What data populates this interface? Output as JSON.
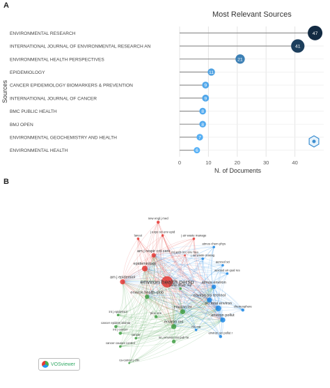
{
  "panels": {
    "a_label": "A",
    "b_label": "B"
  },
  "chart_data": [
    {
      "type": "lollipop",
      "title": "Most Relevant Sources",
      "xlabel": "N. of Documents",
      "ylabel": "Sources",
      "xlim": [
        0,
        50
      ],
      "xticks": [
        0,
        10,
        20,
        30,
        40
      ],
      "grid": true,
      "categories": [
        "ENVIRONMENTAL RESEARCH",
        "INTERNATIONAL JOURNAL OF ENVIRONMENTAL RESEARCH AN",
        "ENVIRONMENTAL HEALTH PERSPECTIVES",
        "EPIDEMIOLOGY",
        "CANCER EPIDEMIOLOGY BIOMARKERS & PREVENTION",
        "INTERNATIONAL JOURNAL OF CANCER",
        "BMC PUBLIC HEALTH",
        "BMJ OPEN",
        "ENVIRONMENTAL GEOCHEMISTRY AND HEALTH",
        "ENVIRONMENTAL HEALTH"
      ],
      "values": [
        47,
        41,
        21,
        11,
        9,
        9,
        8,
        8,
        7,
        6
      ],
      "colors": {
        "max": "#132b43",
        "min": "#56b1f7"
      }
    },
    {
      "type": "network",
      "clusters": {
        "red": "#e53935",
        "green": "#43a047",
        "blue": "#1e88e5"
      },
      "nodes": [
        {
          "label": "environ health persp",
          "x": 0.5,
          "y": 0.49,
          "size": 18,
          "cluster": "red"
        },
        {
          "label": "epidemiology",
          "x": 0.4,
          "y": 0.41,
          "size": 9,
          "cluster": "red"
        },
        {
          "label": "am j respir crit care",
          "x": 0.44,
          "y": 0.33,
          "size": 7,
          "cluster": "red"
        },
        {
          "label": "am j epidemiol",
          "x": 0.3,
          "y": 0.49,
          "size": 8,
          "cluster": "red"
        },
        {
          "label": "new engl j med",
          "x": 0.46,
          "y": 0.13,
          "size": 5,
          "cluster": "red"
        },
        {
          "label": "j expo sci env epid",
          "x": 0.48,
          "y": 0.21,
          "size": 4,
          "cluster": "red"
        },
        {
          "label": "j air waste manage",
          "x": 0.62,
          "y": 0.23,
          "size": 4,
          "cluster": "red"
        },
        {
          "label": "lancet",
          "x": 0.37,
          "y": 0.23,
          "size": 4,
          "cluster": "red"
        },
        {
          "label": "int arch occ env hea",
          "x": 0.58,
          "y": 0.33,
          "size": 3,
          "cluster": "red"
        },
        {
          "label": "environ health-glob",
          "x": 0.41,
          "y": 0.58,
          "size": 7,
          "cluster": "green"
        },
        {
          "label": "environ int",
          "x": 0.57,
          "y": 0.67,
          "size": 8,
          "cluster": "green"
        },
        {
          "label": "environ res",
          "x": 0.53,
          "y": 0.76,
          "size": 8,
          "cluster": "green"
        },
        {
          "label": "int j environ res pub he",
          "x": 0.53,
          "y": 0.85,
          "size": 6,
          "cluster": "green"
        },
        {
          "label": "int j epidemiol",
          "x": 0.28,
          "y": 0.69,
          "size": 4,
          "cluster": "green"
        },
        {
          "label": "cancer epidem biomar",
          "x": 0.27,
          "y": 0.76,
          "size": 5,
          "cluster": "green"
        },
        {
          "label": "int j cancer",
          "x": 0.29,
          "y": 0.8,
          "size": 5,
          "cluster": "green"
        },
        {
          "label": "cancer causes control",
          "x": 0.29,
          "y": 0.88,
          "size": 4,
          "cluster": "green"
        },
        {
          "label": "ca-cancer j clin",
          "x": 0.33,
          "y": 0.98,
          "size": 3,
          "cluster": "green"
        },
        {
          "label": "cancer",
          "x": 0.36,
          "y": 0.83,
          "size": 4,
          "cluster": "green"
        },
        {
          "label": "plos one",
          "x": 0.45,
          "y": 0.7,
          "size": 5,
          "cluster": "green"
        },
        {
          "label": "public health rep",
          "x": 0.56,
          "y": 0.53,
          "size": 4,
          "cluster": "green"
        },
        {
          "label": "atmos environ",
          "x": 0.71,
          "y": 0.52,
          "size": 7,
          "cluster": "blue"
        },
        {
          "label": "environ sci technol",
          "x": 0.69,
          "y": 0.6,
          "size": 8,
          "cluster": "blue"
        },
        {
          "label": "sci total environ",
          "x": 0.73,
          "y": 0.65,
          "size": 9,
          "cluster": "blue"
        },
        {
          "label": "environ pollut",
          "x": 0.75,
          "y": 0.72,
          "size": 8,
          "cluster": "blue"
        },
        {
          "label": "chemosphere",
          "x": 0.84,
          "y": 0.66,
          "size": 5,
          "cluster": "blue"
        },
        {
          "label": "environ sci pollut r",
          "x": 0.74,
          "y": 0.82,
          "size": 5,
          "cluster": "blue"
        },
        {
          "label": "atmos chem phys",
          "x": 0.71,
          "y": 0.28,
          "size": 4,
          "cluster": "blue"
        },
        {
          "label": "aerosol air qual res",
          "x": 0.77,
          "y": 0.44,
          "size": 4,
          "cluster": "blue"
        },
        {
          "label": "j air waste manag",
          "x": 0.66,
          "y": 0.35,
          "size": 4,
          "cluster": "blue"
        },
        {
          "label": "aerosol sci",
          "x": 0.75,
          "y": 0.39,
          "size": 4,
          "cluster": "blue"
        },
        {
          "label": "nbi ma",
          "x": 0.63,
          "y": 0.78,
          "size": 4,
          "cluster": "blue"
        }
      ]
    }
  ],
  "vosviewer_badge": "VOSviewer",
  "biblio_logo": "bibliometrix-logo-icon"
}
